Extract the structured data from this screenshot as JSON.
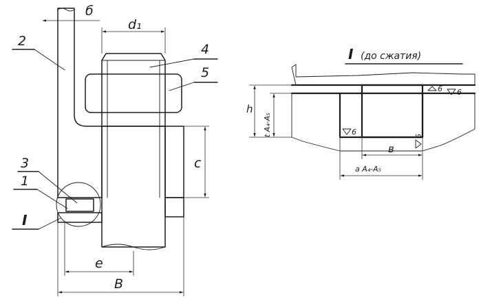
{
  "left_view": {
    "dims": {
      "gap": "б",
      "bolt_diameter": "d₁",
      "height_c": "c",
      "offset_e": "e",
      "width_B": "B"
    },
    "part_numbers": [
      "2",
      "4",
      "5",
      "3",
      "1"
    ],
    "section_mark": "I"
  },
  "detail_view": {
    "title_mark": "I",
    "title_caption": "(до сжатия)",
    "dims": {
      "height_h": "h",
      "depth_t": "t A₄-A₅",
      "width_b": "в",
      "width_a": "a A₄-A₅"
    },
    "roughness": {
      "top_right_1": "6",
      "top_right_2": "6",
      "groove_bottom_left": "6",
      "groove_bottom_right": "6"
    }
  }
}
